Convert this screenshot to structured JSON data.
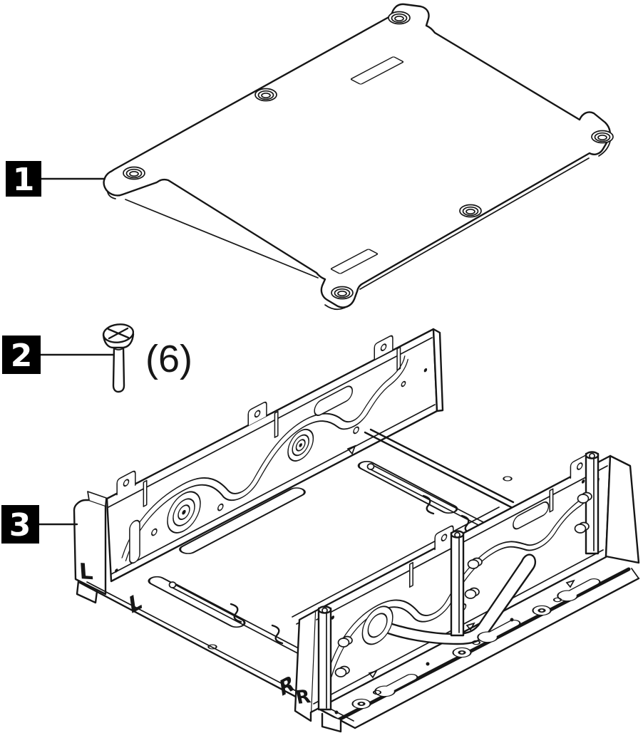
{
  "diagram": {
    "colors": {
      "line": "#161616",
      "background": "#ffffff",
      "callout_bg": "#000000",
      "callout_text": "#ffffff"
    },
    "callouts": [
      {
        "number": "1"
      },
      {
        "number": "2",
        "quantity": "(6)"
      },
      {
        "number": "3"
      }
    ],
    "stamped_marks": {
      "flange_left": "L",
      "base_left": "L",
      "flange_right": "R",
      "base_right": "R"
    }
  }
}
